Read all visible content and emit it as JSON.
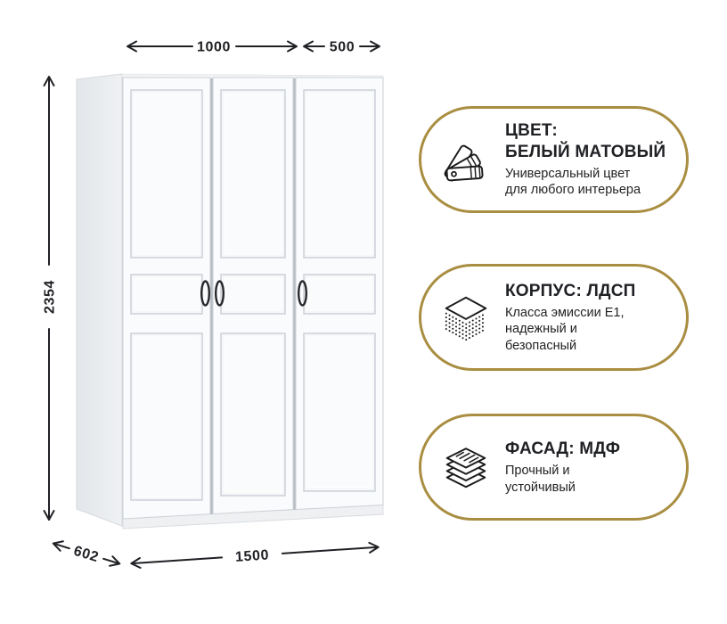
{
  "colors": {
    "gold": "#a98e41",
    "ink": "#202125",
    "subtle": "#232323",
    "icon-stroke": "#1b1b1b",
    "wardrobe-side": "#e7e9ec",
    "wardrobe-front": "#fafbfc",
    "wardrobe-panel-line": "#c9ced5"
  },
  "dimensions": {
    "top_width_left": "1000",
    "top_width_right": "500",
    "height": "2354",
    "depth": "602",
    "total_width": "1500"
  },
  "features": [
    {
      "id": "color",
      "icon": "color-swatch-fan-icon",
      "title": "ЦВЕТ:\nБЕЛЫЙ МАТОВЫЙ",
      "subtitle": "Универсальный цвет\nдля любого интерьера"
    },
    {
      "id": "body",
      "icon": "chipboard-layers-icon",
      "title": "КОРПУС: ЛДСП",
      "subtitle": "Класса эмиссии Е1,\nнадежный и\nбезопасный"
    },
    {
      "id": "facade",
      "icon": "stacked-sheets-icon",
      "title": "ФАСАД: МДФ",
      "subtitle": "Прочный и\nустойчивый"
    }
  ]
}
